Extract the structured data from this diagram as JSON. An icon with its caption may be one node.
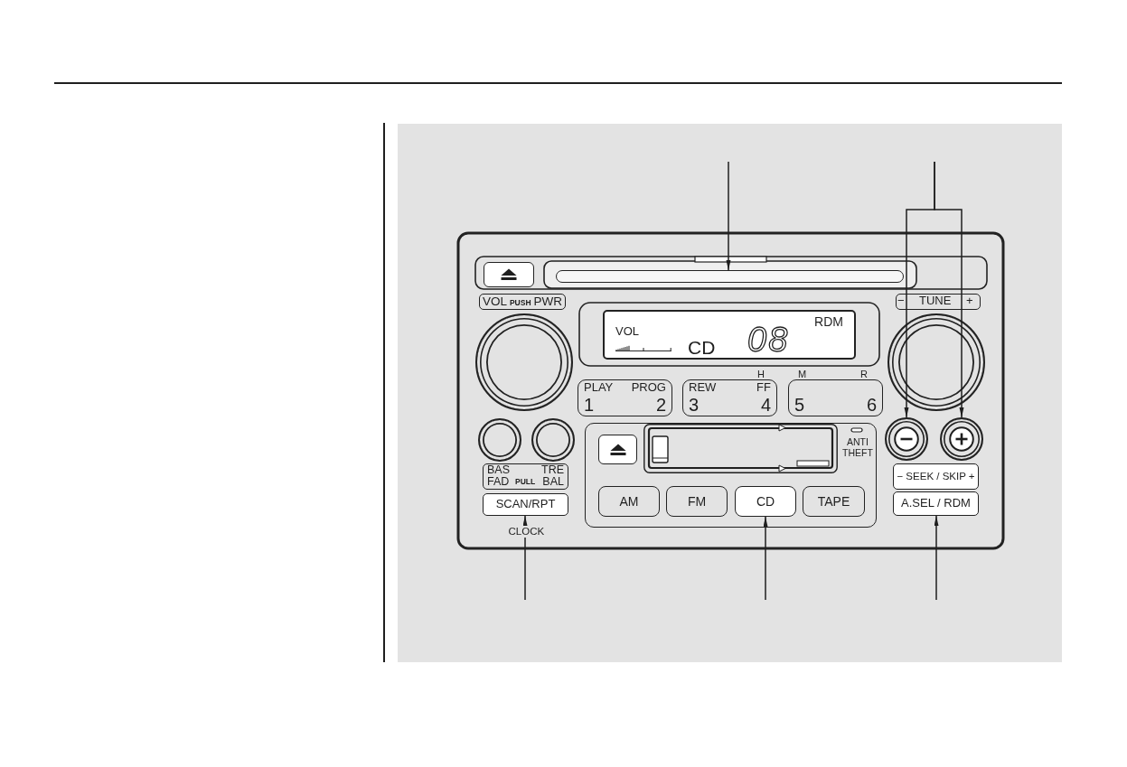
{
  "diagram": {
    "nodes": [
      {
        "text": [],
        "shape": "box"
      },
      {
        "text": [],
        "shape": "bar"
      },
      {
        "text": [
          "VOL",
          "PUSH",
          "PWR"
        ]
      },
      {
        "text": [
          "− TUNE +"
        ]
      },
      {
        "text": [],
        "shape": "circle"
      },
      {
        "text": [
          "VOL",
          "RDM",
          "CD",
          "08"
        ]
      },
      {
        "text": [],
        "shape": "circle"
      },
      {
        "text": [
          "PLAY",
          "PROG",
          "1",
          "2"
        ]
      },
      {
        "text": [
          "REW",
          "FF",
          "3",
          "4"
        ],
        "beside": [
          "H"
        ]
      },
      {
        "text": [
          "5",
          "6"
        ],
        "beside": [
          "M",
          "R"
        ]
      },
      {
        "text": [],
        "shape": "circle"
      },
      {
        "text": [],
        "shape": "circle"
      },
      {
        "text": [
          "ANTI THEFT"
        ]
      },
      {
        "text": [],
        "shape": "box",
        "in": 12
      },
      {
        "text": [],
        "shape": "circle"
      },
      {
        "text": [],
        "shape": "circle"
      },
      {
        "text": [
          "BAS",
          "TRE",
          "FAD",
          "PULL",
          "BAL"
        ]
      },
      {
        "text": [
          "− SEEK / SKIP +"
        ]
      },
      {
        "text": [
          "SCAN/RPT"
        ],
        "beside": [
          "CLOCK"
        ]
      },
      {
        "text": [
          "AM"
        ],
        "in": 12
      },
      {
        "text": [
          "FM"
        ],
        "in": 12
      },
      {
        "text": [
          "CD"
        ],
        "in": 12
      },
      {
        "text": [
          "TAPE"
        ],
        "in": 12
      },
      {
        "text": [
          "A.SEL / RDM"
        ]
      }
    ],
    "edges": [
      {
        "from": null,
        "to": 1,
        "arrow": "to"
      },
      {
        "from": null,
        "to": 14,
        "arrow": "to"
      },
      {
        "from": null,
        "to": 15,
        "arrow": "to"
      },
      {
        "from": null,
        "to": 18,
        "arrow": "to"
      },
      {
        "from": null,
        "to": 21,
        "arrow": "to"
      },
      {
        "from": null,
        "to": 23,
        "arrow": "to"
      }
    ]
  }
}
